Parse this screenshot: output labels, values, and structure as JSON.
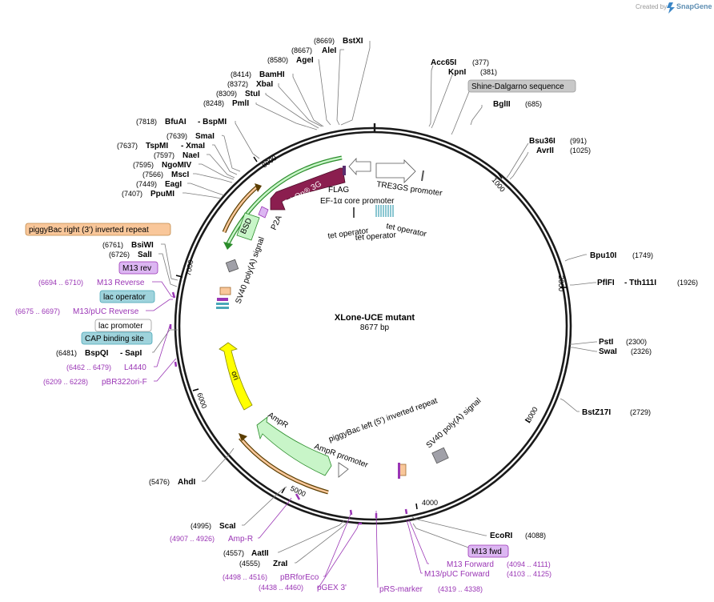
{
  "brand": {
    "created_by": "Created by",
    "name": "SnapGene"
  },
  "plasmid": {
    "name": "XLone-UCE mutant",
    "length": "8677 bp"
  },
  "ticks": [
    "1000",
    "2000",
    "3000",
    "4000",
    "5000",
    "6000",
    "7000",
    "8000"
  ],
  "enzymes": {
    "BstXI": {
      "name": "BstXI",
      "pos": "(8669)"
    },
    "AleI": {
      "name": "AleI",
      "pos": "(8667)"
    },
    "AgeI": {
      "name": "AgeI",
      "pos": "(8580)"
    },
    "BamHI": {
      "name": "BamHI",
      "pos": "(8414)"
    },
    "XbaI": {
      "name": "XbaI",
      "pos": "(8372)"
    },
    "StuI": {
      "name": "StuI",
      "pos": "(8309)"
    },
    "PmlI": {
      "name": "PmlI",
      "pos": "(8248)"
    },
    "BfuAI": {
      "name": "BfuAI",
      "pos": "(7818)",
      "extra": "- BspMI"
    },
    "SmaI": {
      "name": "SmaI",
      "pos": "(7639)"
    },
    "TspMI": {
      "name": "TspMI",
      "pos": "(7637)",
      "extra": "- XmaI"
    },
    "NaeI": {
      "name": "NaeI",
      "pos": "(7597)"
    },
    "NgoMIV": {
      "name": "NgoMIV",
      "pos": "(7595)"
    },
    "MscI": {
      "name": "MscI",
      "pos": "(7566)"
    },
    "EagI": {
      "name": "EagI",
      "pos": "(7449)"
    },
    "PpuMI": {
      "name": "PpuMI",
      "pos": "(7407)"
    },
    "BsiWI": {
      "name": "BsiWI",
      "pos": "(6761)"
    },
    "SalI": {
      "name": "SalI",
      "pos": "(6726)"
    },
    "BspQI": {
      "name": "BspQI",
      "pos": "(6481)",
      "extra": "- SapI"
    },
    "AhdI": {
      "name": "AhdI",
      "pos": "(5476)"
    },
    "ScaI": {
      "name": "ScaI",
      "pos": "(4995)"
    },
    "AatII": {
      "name": "AatII",
      "pos": "(4557)"
    },
    "ZraI": {
      "name": "ZraI",
      "pos": "(4555)"
    },
    "Acc65I": {
      "name": "Acc65I",
      "pos": "(377)"
    },
    "KpnI": {
      "name": "KpnI",
      "pos": "(381)"
    },
    "BglII": {
      "name": "BglII",
      "pos": "(685)"
    },
    "Bsu36I": {
      "name": "Bsu36I",
      "pos": "(991)"
    },
    "AvrII": {
      "name": "AvrII",
      "pos": "(1025)"
    },
    "Bpu10I": {
      "name": "Bpu10I",
      "pos": "(1749)"
    },
    "PflFI": {
      "name": "PflFI",
      "pos": "(1926)",
      "extra": "- Tth111I"
    },
    "PstI": {
      "name": "PstI",
      "pos": "(2300)"
    },
    "SwaI": {
      "name": "SwaI",
      "pos": "(2326)"
    },
    "BstZ17I": {
      "name": "BstZ17I",
      "pos": "(2729)"
    },
    "EcoRI": {
      "name": "EcoRI",
      "pos": "(4088)"
    }
  },
  "primers": {
    "M13Reverse": {
      "name": "M13 Reverse",
      "range": "(6694 .. 6710)"
    },
    "M13pUCReverse": {
      "name": "M13/pUC Reverse",
      "range": "(6675 .. 6697)"
    },
    "L4440": {
      "name": "L4440",
      "range": "(6462 .. 6479)"
    },
    "pBR322oriF": {
      "name": "pBR322ori-F",
      "range": "(6209 .. 6228)"
    },
    "AmpR": {
      "name": "Amp-R",
      "range": "(4907 .. 4926)"
    },
    "pBRforEco": {
      "name": "pBRforEco",
      "range": "(4498 .. 4516)"
    },
    "pGEX3": {
      "name": "pGEX 3'",
      "range": "(4438 .. 4460)"
    },
    "pRSmarker": {
      "name": "pRS-marker",
      "range": "(4319 .. 4338)"
    },
    "M13Forward": {
      "name": "M13 Forward",
      "range": "(4094 .. 4111)"
    },
    "M13pUCForward": {
      "name": "M13/pUC Forward",
      "range": "(4103 .. 4125)"
    }
  },
  "boxed_features": {
    "piggyBacRight": {
      "label": "piggyBac right (3') inverted repeat",
      "color": "#f9c79a"
    },
    "M13rev": {
      "label": "M13 rev",
      "color": "#dcb6f2"
    },
    "lacOperator": {
      "label": "lac operator",
      "color": "#9fd3dc"
    },
    "lacPromoter": {
      "label": "lac promoter",
      "color": "#ffffff"
    },
    "CAP": {
      "label": "CAP binding site",
      "color": "#9fd3dc"
    },
    "ShineDalgarno": {
      "label": "Shine-Dalgarno sequence",
      "color": "#c8c8c8"
    },
    "M13fwd": {
      "label": "M13 fwd",
      "color": "#dcb6f2"
    }
  },
  "features": {
    "TetOn": "Tet-On® 3G",
    "BSD": "BSD",
    "P2A": "P2A",
    "FLAG": "FLAG",
    "EF1a": "EF-1α core promoter",
    "TRE3GS": "TRE3GS promoter",
    "tetOp1": "tet operator",
    "tetOp2": "tet operator",
    "tetOp3": "tet operator",
    "SV40left": "SV40 poly(A) signal",
    "ori": "ori",
    "AmpR": "AmpR",
    "AmpRPromoter": "AmpR promoter",
    "piggyBacLeft": "piggyBac left (5') inverted repeat",
    "SV40right": "SV40 poly(A) signal"
  },
  "colors": {
    "tet_on": "#8b1e4f",
    "bsd": "#c8f5c8",
    "ori": "#ffff00",
    "ampr": "#c8f5c8",
    "primer": "#9a35b5",
    "piggybac": "#f9c79a",
    "polyA": "#a0a0a8",
    "tet_operator": "#4aa7b8"
  }
}
